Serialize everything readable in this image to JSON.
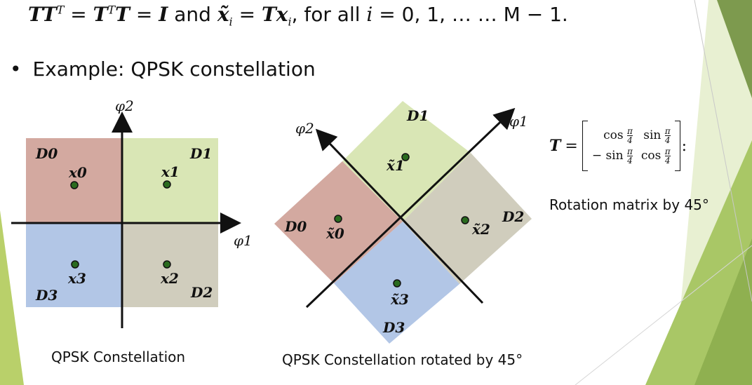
{
  "equation": {
    "lhs": "TT",
    "sup1": "T",
    "eq1": " = ",
    "mid": "T",
    "sup2": "T",
    "mid2": "T",
    "eq2": " = ",
    "id": "I",
    "and": " and ",
    "xt": "x̃",
    "sub_i": "i",
    "eq3": " = ",
    "tx": "Tx",
    "sub_i2": "i",
    "forall": ", for all ",
    "iv": "i",
    "range": " = 0, 1, … … M − 1."
  },
  "bullet": {
    "dot": "•",
    "text": "Example: QPSK constellation"
  },
  "left_diagram": {
    "axis_x": "φ1",
    "axis_y": "φ2",
    "regions": [
      "D0",
      "D1",
      "D2",
      "D3"
    ],
    "points": [
      "x0",
      "x1",
      "x2",
      "x3"
    ],
    "caption": "QPSK Constellation"
  },
  "right_diagram": {
    "axis_x": "φ1",
    "axis_y": "φ2",
    "regions": [
      "D0",
      "D1",
      "D2",
      "D3"
    ],
    "points": [
      "x̃0",
      "x̃1",
      "x̃2",
      "x̃3"
    ],
    "caption": "QPSK Constellation rotated by 45°"
  },
  "matrix": {
    "symbol": "T",
    "equals": "=",
    "r1c1": "cos",
    "r1c2": "sin",
    "r2c1": "− sin",
    "r2c2": "cos",
    "pi": "π",
    "four": "4",
    "colon": ":"
  },
  "rotation_text": "Rotation matrix by 45°",
  "colors": {
    "d0": "#d3a9a0",
    "d1": "#d9e6b5",
    "d2": "#d0cdbd",
    "d3": "#b2c6e6",
    "green_dark": "#6e9b3c",
    "green_light": "#c8dc8c",
    "point": "#2a6b1f"
  }
}
